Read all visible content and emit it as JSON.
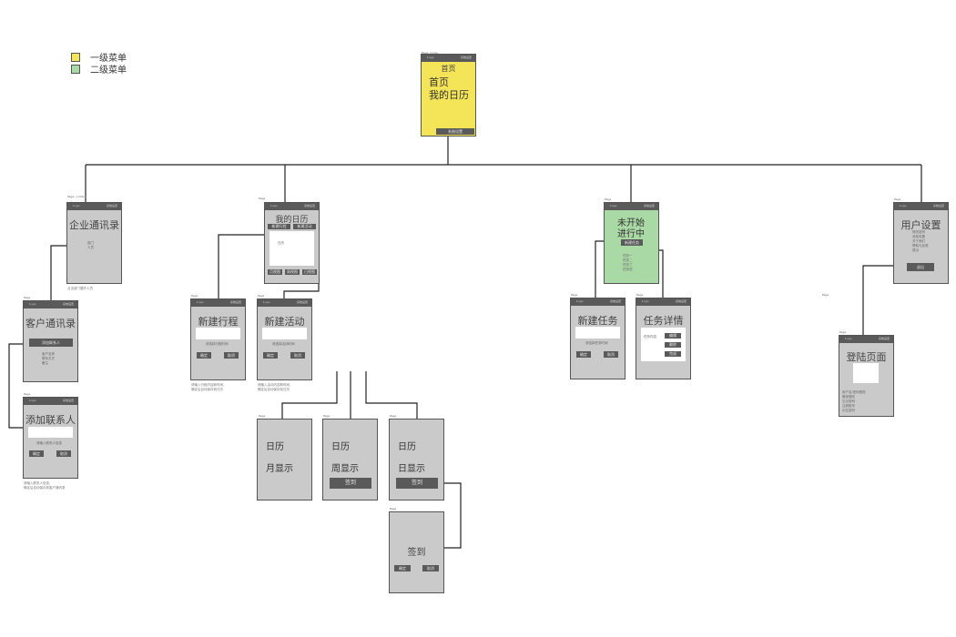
{
  "legend": [
    {
      "label": "一级菜单",
      "color": "#f4e457"
    },
    {
      "label": "二级菜单",
      "color": "#a9d9a4"
    }
  ],
  "root": {
    "caption": "Page: home",
    "topbar": [
      "Logo",
      "系统设置"
    ],
    "header": "首页",
    "lines": [
      "首页",
      "我的日历"
    ],
    "bottom": "系统设置"
  },
  "enterprise": {
    "caption": "Page: contact",
    "topbar": [
      "Logo",
      "系统设置"
    ],
    "title": "企业通讯录",
    "body": [
      "部门",
      "人员"
    ],
    "note": "点击部门展开人员"
  },
  "customer": {
    "caption": "Page",
    "topbar": [
      "Logo",
      "系统设置"
    ],
    "title": "客户通讯录",
    "button": "添加联系人",
    "body": [
      "客户名称",
      "联系方式",
      "备注"
    ]
  },
  "addcontact": {
    "caption": "Page",
    "topbar": [
      "Logo",
      "系统设置"
    ],
    "title": "添加联系人",
    "hint": "请输入联系人信息",
    "buttons": [
      "确定",
      "取消"
    ],
    "note": [
      "请输入联系人信息，",
      "确定后自动保存到客户通讯录"
    ]
  },
  "mycal": {
    "caption": "Page",
    "topbar": [
      "Logo",
      "系统设置"
    ],
    "title": "我的日历",
    "tabs": [
      "新建行程",
      "新建活动"
    ],
    "calendar_text": "日历",
    "bottom_tabs": [
      "月视图",
      "周视图",
      "日视图"
    ]
  },
  "newtrip": {
    "caption": "Page",
    "topbar": [
      "Logo",
      "系统设置"
    ],
    "title": "新建行程",
    "hint": "请选择行程时间",
    "buttons": [
      "确定",
      "取消"
    ],
    "note": [
      "请输入行程内容和时间，",
      "确定后自动保存到日历"
    ]
  },
  "newactivity": {
    "caption": "Page",
    "topbar": [
      "Logo",
      "系统设置"
    ],
    "title": "新建活动",
    "hint": "请选择活动时间",
    "buttons": [
      "确定",
      "取消"
    ],
    "note": [
      "请输入活动内容和时间，",
      "确定后自动保存到日历"
    ]
  },
  "month": {
    "caption": "Page",
    "lines": [
      "日历",
      "月显示"
    ]
  },
  "week": {
    "caption": "Page",
    "lines": [
      "日历",
      "周显示"
    ],
    "button": "签到"
  },
  "day": {
    "caption": "Page",
    "lines": [
      "日历",
      "日显示"
    ],
    "button": "签到"
  },
  "signin": {
    "caption": "Page",
    "title": "签到",
    "buttons": [
      "确定",
      "取消"
    ]
  },
  "tasks": {
    "caption": "Page",
    "topbar": [
      "Logo",
      "系统设置"
    ],
    "lines": [
      "未开始",
      "进行中"
    ],
    "button": "新建任务",
    "body": [
      "任务一",
      "任务二",
      "任务三",
      "任务四"
    ]
  },
  "newtask": {
    "caption": "Page",
    "topbar": [
      "Logo",
      "系统设置"
    ],
    "title": "新建任务",
    "hint": "请选择任务时间",
    "buttons": [
      "确定",
      "取消"
    ]
  },
  "taskdetail": {
    "caption": "Page",
    "topbar": [
      "Logo",
      "系统设置"
    ],
    "title": "任务详情",
    "label": "任务内容",
    "buttons": [
      "编辑",
      "删除",
      "完成"
    ]
  },
  "usersettings": {
    "caption": "Page",
    "topbar": [
      "Logo",
      "系统设置"
    ],
    "title": "用户设置",
    "body": [
      "修改密码",
      "消息设置",
      "关于我们",
      "帮助与反馈",
      "退出"
    ],
    "button": "退出"
  },
  "loginpage": {
    "caption": "Page",
    "topbar": [
      "Logo",
      "系统设置"
    ],
    "title": "登陆页面",
    "body": [
      "用户名/密码登陆",
      "微信登陆",
      "忘记密码",
      "注册账号",
      "记住密码"
    ],
    "side_caption": "Page"
  }
}
